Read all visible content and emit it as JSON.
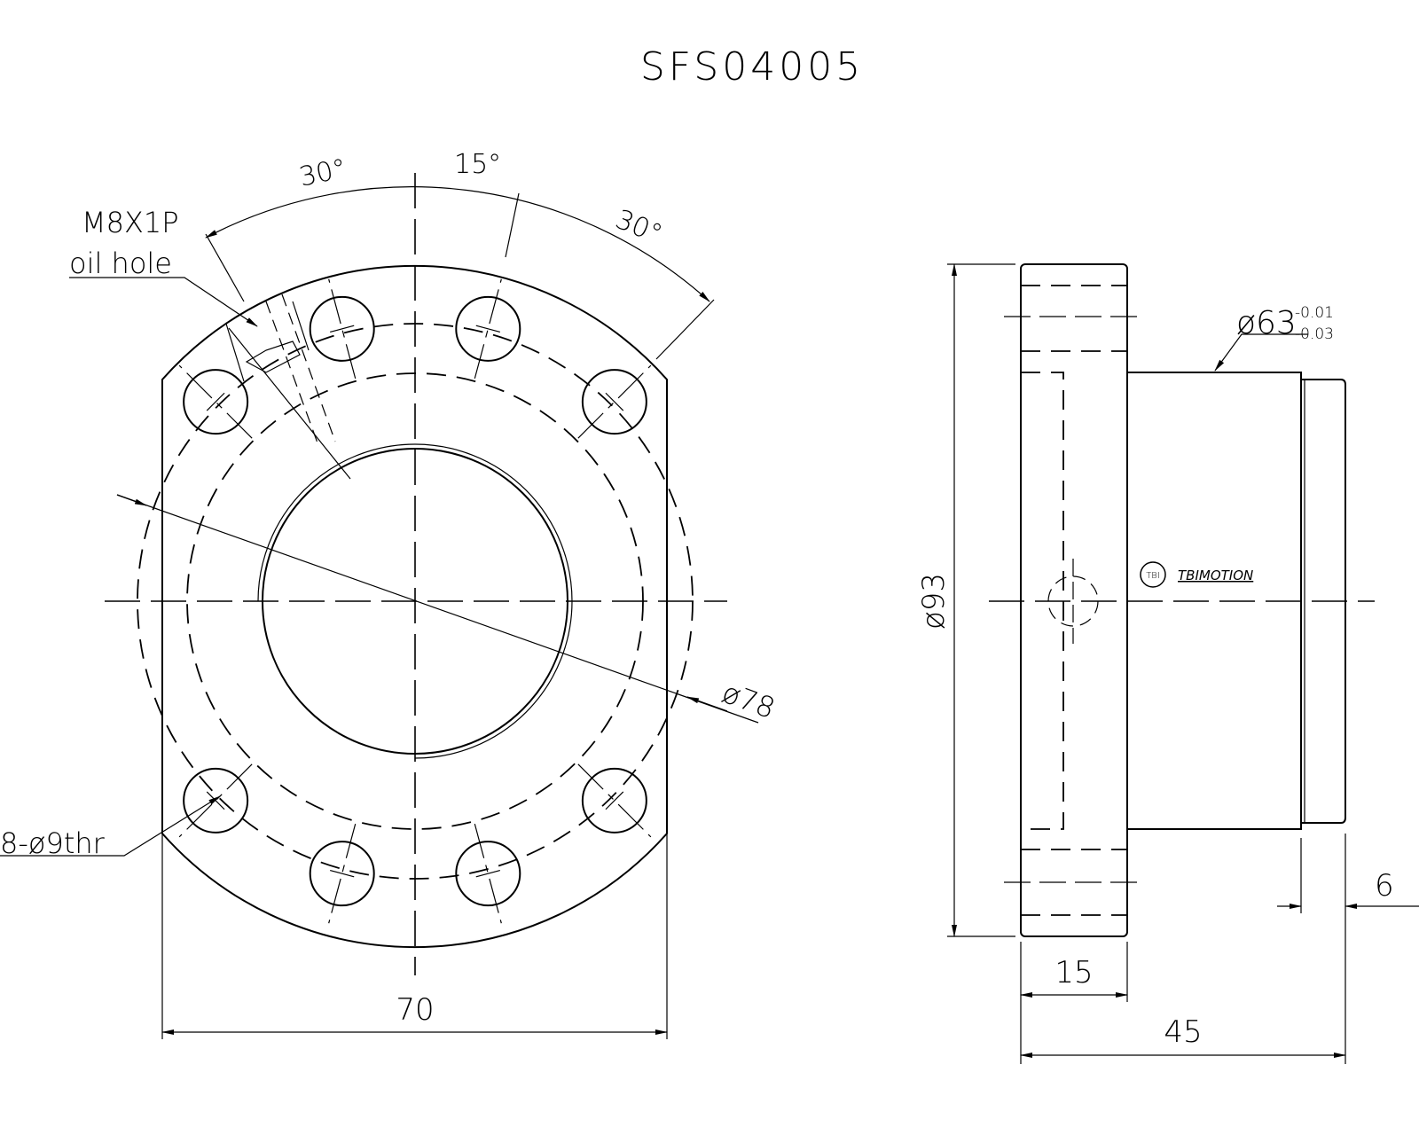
{
  "title": "SFS04005",
  "front_view": {
    "angle_left": "30°",
    "angle_mid": "15°",
    "angle_right": "30°",
    "oil_hole_thread": "M8X1P",
    "oil_hole_label": "oil hole",
    "pcd": "ø78",
    "bolt_holes": "8-ø9thr",
    "width": "70"
  },
  "side_view": {
    "flange_dia": "ø93",
    "body_dia": "ø63",
    "tol_upper": "-0.01",
    "tol_lower": "-0.03",
    "flange_thickness": "15",
    "total_length": "45",
    "step_length": "6",
    "logo_text": "TBIMOTION",
    "logo_mark": "TBI"
  }
}
